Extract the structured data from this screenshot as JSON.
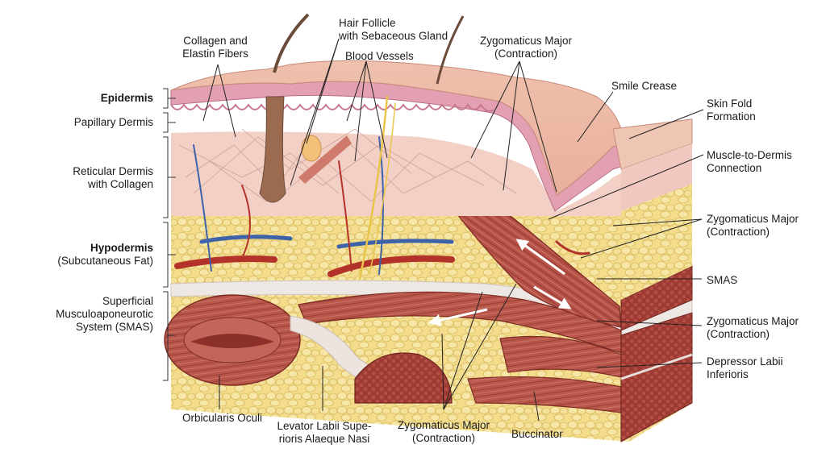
{
  "labels": {
    "collagen_elastin": [
      "Collagen and",
      "Elastin Fibers"
    ],
    "hair_follicle": [
      "Hair Follicle",
      "with Sebaceous Gland"
    ],
    "blood_vessels": "Blood Vessels",
    "zygomaticus_top": [
      "Zygomaticus Major",
      "(Contraction)"
    ],
    "smile_crease": "Smile Crease",
    "skin_fold": [
      "Skin Fold",
      "Formation"
    ],
    "muscle_dermis": [
      "Muscle-to-Dermis",
      "Connection"
    ],
    "zygomaticus_right_1": [
      "Zygomaticus Major",
      "(Contraction)"
    ],
    "smas_right": "SMAS",
    "zygomaticus_right_2": [
      "Zygomaticus Major",
      "(Contraction)"
    ],
    "depressor": [
      "Depressor Labii",
      "Inferioris"
    ],
    "buccinator": "Buccinator",
    "zygomaticus_bottom": [
      "Zygomaticus Major",
      "(Contraction)"
    ],
    "levator": [
      "Levator Labii Supe-",
      "rioris Alaeque Nasi"
    ],
    "orbicularis": "Orbicularis Oculi",
    "epidermis": "Epidermis",
    "papillary": "Papillary Dermis",
    "reticular": [
      "Reticular Dermis",
      "with Collagen"
    ],
    "hypodermis": [
      "Hypodermis",
      "(Subcutaneous Fat)"
    ],
    "smas_left": [
      "Superficial",
      "Musculoaponeurotic",
      "System (SMAS)"
    ]
  },
  "colors": {
    "epidermis": "#e8a9b8",
    "dermis": "#f3cfc6",
    "fat": "#f2d77e",
    "muscle": "#b5544a",
    "fascia": "#ece6e2",
    "artery": "#b3322a",
    "vein": "#3d62a8",
    "nerve": "#e9c64a"
  }
}
